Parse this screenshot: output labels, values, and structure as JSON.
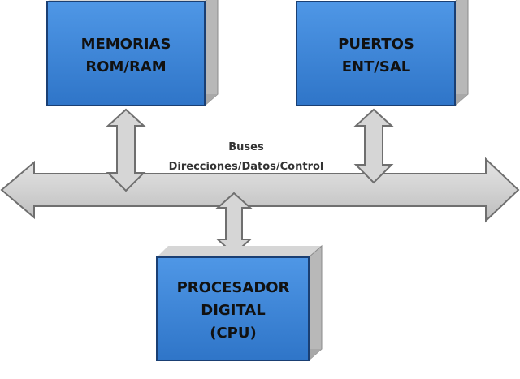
{
  "diagram": {
    "blocks": {
      "memory": {
        "line1": "MEMORIAS",
        "line2": "ROM/RAM"
      },
      "ports": {
        "line1": "PUERTOS",
        "line2": "ENT/SAL"
      },
      "cpu": {
        "line1": "PROCESADOR",
        "line2": "DIGITAL",
        "line3": "(CPU)"
      }
    },
    "bus": {
      "line1": "Buses",
      "line2": "Direcciones/Datos/Control"
    },
    "colors": {
      "block_face": "#3d88dc",
      "block_side": "#b8b8b8",
      "block_top": "#d6d6d6",
      "block_border": "#1a3f73",
      "bus_fill": "#d4d4d4",
      "bus_stroke": "#6f6f6f"
    }
  }
}
